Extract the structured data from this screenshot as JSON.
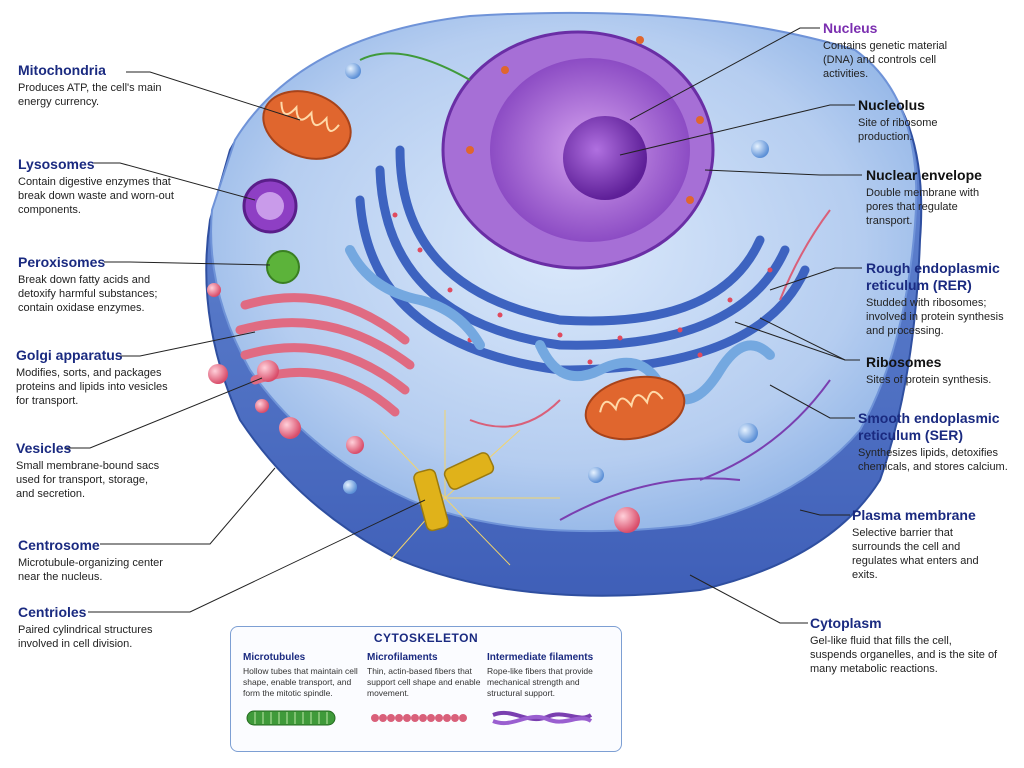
{
  "labels_left": [
    {
      "key": "mitochondria",
      "title": "Mitochondria",
      "desc": "Produces ATP, the cell's main energy currency."
    },
    {
      "key": "lysosomes",
      "title": "Lysosomes",
      "desc": "Contain digestive enzymes that break down waste and worn-out components."
    },
    {
      "key": "peroxisomes",
      "title": "Peroxisomes",
      "desc": "Break down fatty acids and detoxify harmful substances; contain oxidase enzymes."
    },
    {
      "key": "golgi",
      "title": "Golgi apparatus",
      "desc": "Modifies, sorts, and packages proteins and lipids into vesicles for transport."
    },
    {
      "key": "vesicles",
      "title": "Vesicles",
      "desc": "Small membrane-bound sacs used for transport, storage, and secretion."
    },
    {
      "key": "centrosome",
      "title": "Centrosome",
      "desc": "Microtubule-organizing center near the nucleus."
    },
    {
      "key": "centrioles",
      "title": "Centrioles",
      "desc": "Paired cylindrical structures involved in cell division."
    }
  ],
  "labels_right": [
    {
      "key": "nucleus",
      "title": "Nucleus",
      "desc": "Contains genetic material (DNA) and controls cell activities."
    },
    {
      "key": "nucleolus",
      "title": "Nucleolus",
      "desc": "Site of ribosome production."
    },
    {
      "key": "nuclear_envelope",
      "title": "Nuclear envelope",
      "desc": "Double membrane with pores that regulate transport."
    },
    {
      "key": "rer",
      "title": "Rough endoplasmic reticulum (RER)",
      "desc": "Studded with ribosomes; involved in protein synthesis and processing."
    },
    {
      "key": "ribosomes",
      "title": "Ribosomes",
      "desc": "Sites of protein synthesis."
    },
    {
      "key": "ser",
      "title": "Smooth endoplasmic reticulum (SER)",
      "desc": "Synthesizes lipids, detoxifies chemicals, and stores calcium."
    },
    {
      "key": "plasma_membrane",
      "title": "Plasma membrane",
      "desc": "Selective barrier that surrounds the cell and regulates what enters and exits."
    },
    {
      "key": "cytoplasm",
      "title": "Cytoplasm",
      "desc": "Gel-like fluid that fills the cell, suspends organelles, and is the site of many metabolic reactions."
    }
  ],
  "cytoskeleton": {
    "title": "CYTOSKELETON",
    "items": [
      {
        "key": "microtubules",
        "title": "Microtubules",
        "desc": "Hollow tubes that maintain cell shape, enable transport, and form the mitotic spindle.",
        "color": "#3f9a3a"
      },
      {
        "key": "microfilaments",
        "title": "Microfilaments",
        "desc": "Thin, actin-based fibers that support cell shape and enable movement.",
        "color": "#d9607a"
      },
      {
        "key": "intermediate",
        "title": "Intermediate filaments",
        "desc": "Rope-like fibers that provide mechanical strength and structural support.",
        "color": "#7a3fb0"
      }
    ]
  },
  "colors": {
    "label_blue": "#1a2a80",
    "nucleus_purple": "#7b2fb0",
    "cell_blue": "#8fb3e6",
    "membrane_blue": "#4a6fc4",
    "golgi_pink": "#e06b82",
    "mito_orange": "#e0662e",
    "peroxisome_green": "#5cb33a",
    "centriole_gold": "#e0b21a"
  }
}
